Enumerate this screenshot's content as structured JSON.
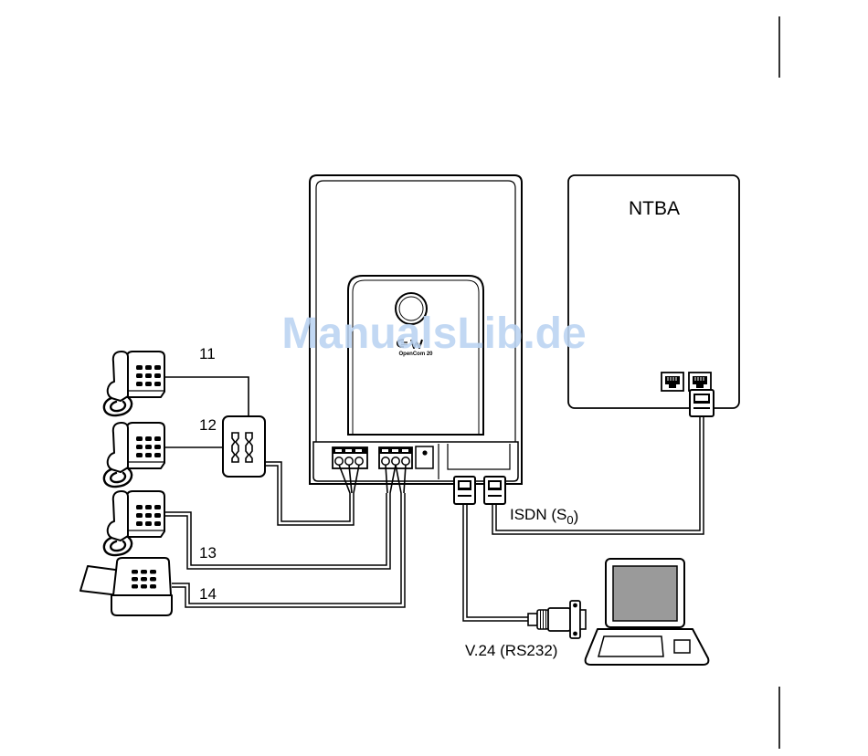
{
  "labels": {
    "ports": [
      "11",
      "12",
      "13",
      "14"
    ],
    "isdn": {
      "text": "ISDN (S",
      "subscript": "0",
      "suffix": ")"
    },
    "serial": "V.24 (RS232)"
  },
  "device": {
    "model": "OpenCom 20"
  },
  "ntba": {
    "label": "NTBA"
  },
  "watermark": "ManualsLib.de",
  "icons": {
    "telephones": [
      "telephone-icon",
      "telephone-icon",
      "telephone-icon"
    ],
    "fax": "fax-icon",
    "computer": "laptop-icon",
    "junction": "junction-box-icon",
    "plug": "rj-plug-icon",
    "serial_connector": "db9-connector-icon"
  },
  "colors": {
    "line": "#000000",
    "background": "#ffffff",
    "watermark": "#bcd4f2",
    "screen": "#9a9a9a"
  }
}
